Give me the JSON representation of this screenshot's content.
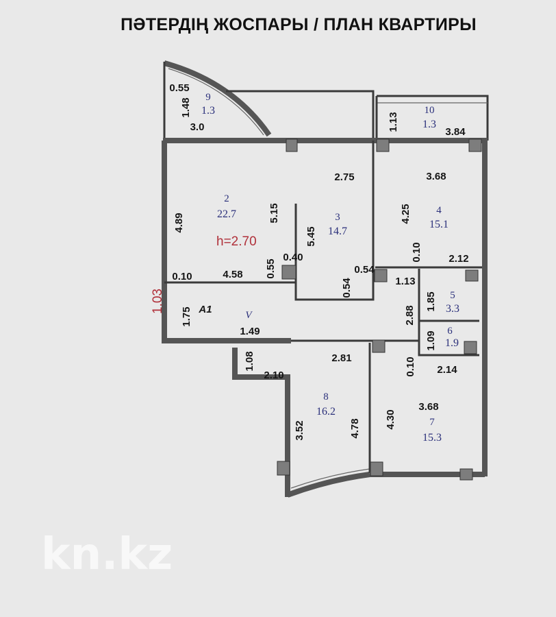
{
  "title": "ПӘТЕРДІҢ ЖОСПАРЫ / ПЛАН КВАРТИРЫ",
  "ceiling_height": "h=2.70",
  "watermark": "kn.kz",
  "side_mark": "1.03",
  "hall_label": "A1",
  "hall_mark": "V",
  "rooms": [
    {
      "number": "9",
      "area": "1.3"
    },
    {
      "number": "10",
      "area": "1.3"
    },
    {
      "number": "2",
      "area": "22.7"
    },
    {
      "number": "3",
      "area": "14.7"
    },
    {
      "number": "4",
      "area": "15.1"
    },
    {
      "number": "5",
      "area": "3.3"
    },
    {
      "number": "6",
      "area": "1.9"
    },
    {
      "number": "8",
      "area": "16.2"
    },
    {
      "number": "7",
      "area": "15.3"
    }
  ],
  "dimensions": [
    "0.55",
    "1.48",
    "3.0",
    "1.13",
    "3.84",
    "2.75",
    "3.68",
    "4.89",
    "5.15",
    "5.45",
    "4.25",
    "0.10",
    "2.12",
    "0.40",
    "0.55",
    "4.58",
    "0.10",
    "0.54",
    "0.54",
    "1.13",
    "1.85",
    "2.88",
    "1.75",
    "1.49",
    "1.09",
    "1.08",
    "2.10",
    "2.81",
    "0.10",
    "2.14",
    "3.52",
    "4.78",
    "4.30",
    "3.68"
  ],
  "colors": {
    "walls": "#3a3a3a",
    "room_labels": "#2a2f7a",
    "height_label": "#b0303a",
    "background": "#e9e9e9"
  }
}
